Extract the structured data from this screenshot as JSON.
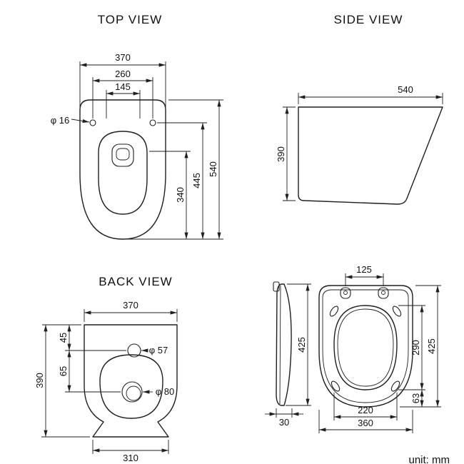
{
  "unit_label": "unit: mm",
  "top_view": {
    "title": "TOP VIEW",
    "dim_width": "370",
    "dim_hole_span": "260",
    "dim_inner_span": "145",
    "dim_hole_dia": "φ 16",
    "dim_bowl_length": "340",
    "dim_mid_length": "445",
    "dim_total_length": "540"
  },
  "side_view": {
    "title": "SIDE VIEW",
    "dim_depth": "540",
    "dim_height": "390"
  },
  "back_view": {
    "title": "BACK VIEW",
    "dim_width": "370",
    "dim_top_offset": "45",
    "dim_inlet_dia": "φ 57",
    "dim_hole_gap": "65",
    "dim_height": "390",
    "dim_drain_dia": "φ 80",
    "dim_base_width": "310"
  },
  "seat_view": {
    "dim_hinge_span": "125",
    "dim_thickness": "30",
    "dim_length_side": "425",
    "dim_opening_length": "290",
    "dim_length": "425",
    "dim_front_offset": "63",
    "dim_opening_width": "220",
    "dim_width": "360"
  }
}
